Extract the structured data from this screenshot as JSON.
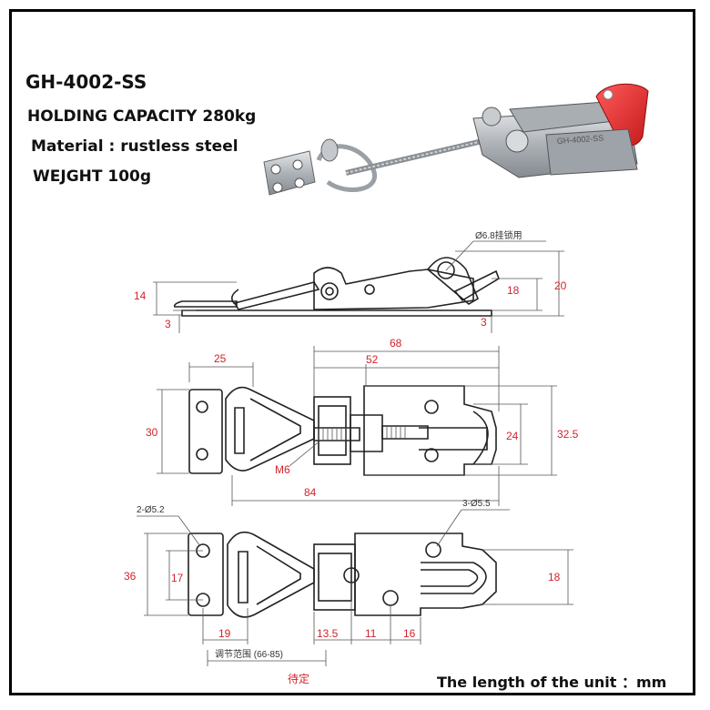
{
  "product": {
    "model": "GH-4002-SS",
    "capacity": "HOLDING CAPACITY 280kg",
    "material": "Material : rustless steel",
    "weight": "WEJGHT 100g"
  },
  "dimensions": {
    "side_view": {
      "hole_note": "Ø6.8挂锁用",
      "h14": "14",
      "h3_left": "3",
      "h18": "18",
      "h20": "20",
      "h3_right": "3"
    },
    "top_view": {
      "w25": "25",
      "w52": "52",
      "w68": "68",
      "h30": "30",
      "h24": "24",
      "h32_5": "32.5",
      "thread": "M6",
      "w84": "84"
    },
    "bottom_view": {
      "hole_left": "2-Ø5.2",
      "hole_right": "3-Ø5.5",
      "h36": "36",
      "h17": "17",
      "h18": "18",
      "w19": "19",
      "w13_5": "13.5",
      "w11": "11",
      "w16": "16",
      "adjust_range": "调节范围 (66-85)",
      "status": "待定"
    }
  },
  "footer": {
    "unit_note": "The length of the unit ：mm"
  },
  "colors": {
    "dimension": "#d1232a",
    "grip": "#e02828",
    "steel": "#b9bdc2"
  }
}
